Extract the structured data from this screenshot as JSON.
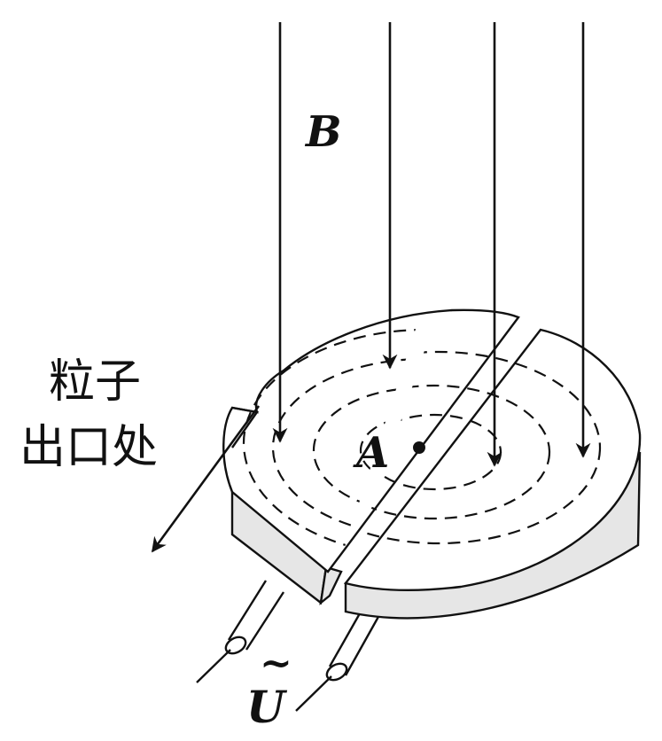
{
  "labels": {
    "magnetic_field": "B",
    "center_point": "A",
    "particle_exit_line1": "粒子",
    "particle_exit_line2": "出口处",
    "voltage_symbol": "U",
    "voltage_tilde": "~"
  },
  "colors": {
    "ink": "#111111",
    "dee_top": "#ffffff",
    "dee_side": "#e6e6e6"
  },
  "icons": {
    "field_arrow": "arrow-down-icon",
    "exit_arrow": "arrow-down-left-icon"
  }
}
